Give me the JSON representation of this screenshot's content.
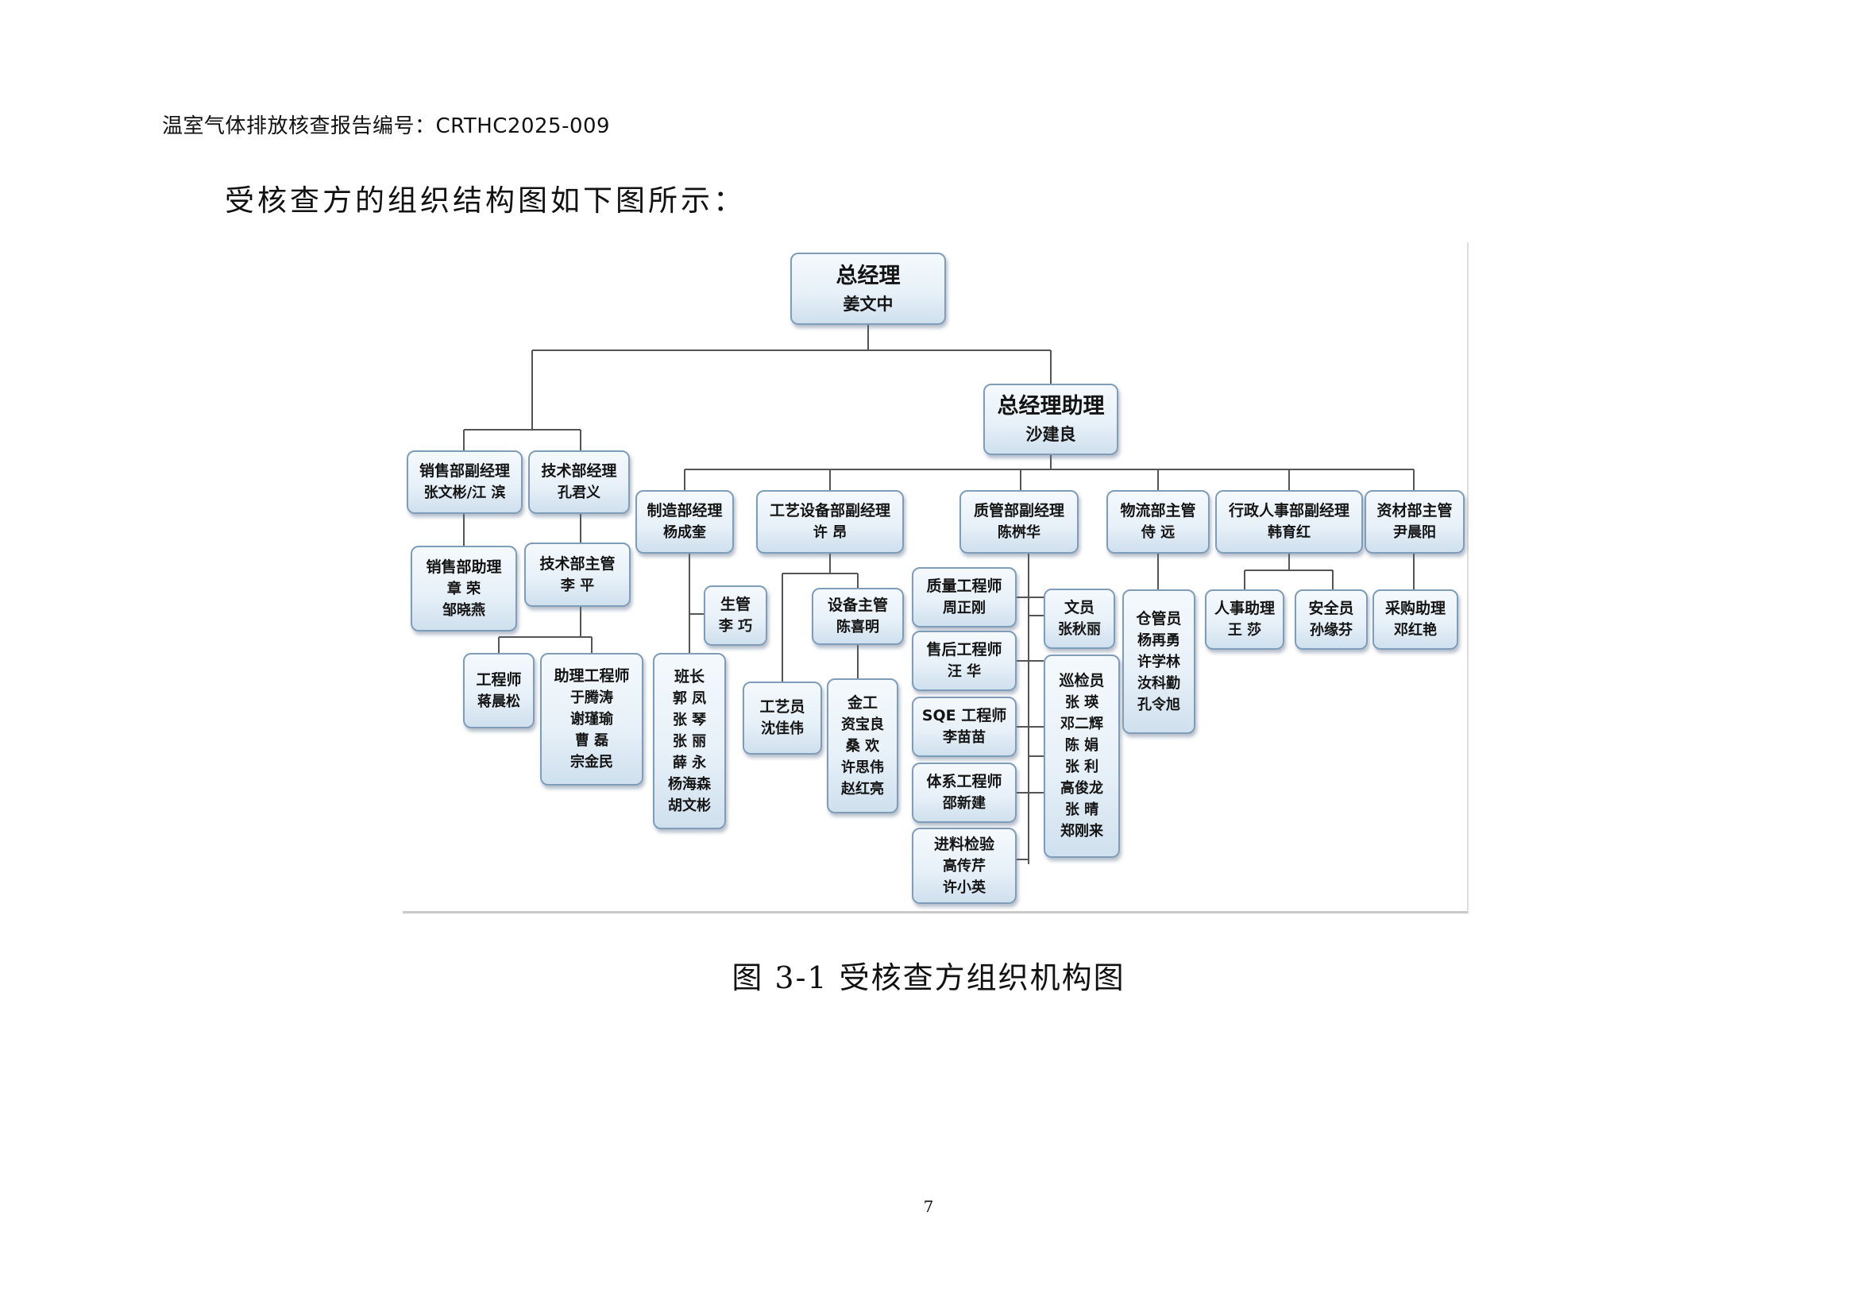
{
  "header": "温室气体排放核查报告编号：CRTHC2025-009",
  "intro": "受核查方的组织结构图如下图所示：",
  "caption": "图 3-1 受核查方组织机构图",
  "page_number": "7",
  "org": {
    "gm": {
      "title": "总经理",
      "names": [
        "姜文中"
      ]
    },
    "gm_assistant": {
      "title": "总经理助理",
      "names": [
        "沙建良"
      ]
    },
    "sales_deputy": {
      "title": "销售部副经理",
      "names": [
        "张文彬/江 滨"
      ]
    },
    "sales_assistant": {
      "title": "销售部助理",
      "names": [
        "章 荣",
        "邹晓燕"
      ]
    },
    "tech_manager": {
      "title": "技术部经理",
      "names": [
        "孔君义"
      ]
    },
    "tech_supervisor": {
      "title": "技术部主管",
      "names": [
        "李 平"
      ]
    },
    "engineer": {
      "title": "工程师",
      "names": [
        "蒋晨松"
      ]
    },
    "assistant_engineer": {
      "title": "助理工程师",
      "names": [
        "于腾涛",
        "谢瑾瑜",
        "曹 磊",
        "宗金民"
      ]
    },
    "mfg_manager": {
      "title": "制造部经理",
      "names": [
        "杨成奎"
      ]
    },
    "production_mgmt": {
      "title": "生管",
      "names": [
        "李 巧"
      ]
    },
    "team_leader": {
      "title": "班长",
      "names": [
        "郭 凤",
        "张 琴",
        "张 丽",
        "薛 永",
        "杨海森",
        "胡文彬"
      ]
    },
    "process_equip_deputy": {
      "title": "工艺设备部副经理",
      "names": [
        "许 昂"
      ]
    },
    "equipment_supervisor": {
      "title": "设备主管",
      "names": [
        "陈喜明"
      ]
    },
    "process_staff": {
      "title": "工艺员",
      "names": [
        "沈佳伟"
      ]
    },
    "metalwork": {
      "title": "金工",
      "names": [
        "资宝良",
        "桑 欢",
        "许思伟",
        "赵红亮"
      ]
    },
    "quality_deputy": {
      "title": "质管部副经理",
      "names": [
        "陈桝华"
      ]
    },
    "quality_engineer": {
      "title": "质量工程师",
      "names": [
        "周正刚"
      ]
    },
    "aftersales_engineer": {
      "title": "售后工程师",
      "names": [
        "汪 华"
      ]
    },
    "sqe_engineer": {
      "title": "SQE 工程师",
      "names": [
        "李苗苗"
      ]
    },
    "system_engineer": {
      "title": "体系工程师",
      "names": [
        "邵新建"
      ]
    },
    "incoming_inspection": {
      "title": "进料检验",
      "names": [
        "高传芹",
        "许小英"
      ]
    },
    "clerk": {
      "title": "文员",
      "names": [
        "张秋丽"
      ]
    },
    "patrol_inspector": {
      "title": "巡检员",
      "names": [
        "张 瑛",
        "邓二辉",
        "陈 娟",
        "张 利",
        "高俊龙",
        "张 晴",
        "郑刚来"
      ]
    },
    "logistics_supervisor": {
      "title": "物流部主管",
      "names": [
        "侍 远"
      ]
    },
    "warehouse_keeper": {
      "title": "仓管员",
      "names": [
        "杨再勇",
        "许学林",
        "汝科勤",
        "孔令旭"
      ]
    },
    "hr_admin_deputy": {
      "title": "行政人事部副经理",
      "names": [
        "韩育红"
      ]
    },
    "hr_assistant": {
      "title": "人事助理",
      "names": [
        "王 莎"
      ]
    },
    "safety_officer": {
      "title": "安全员",
      "names": [
        "孙缘芬"
      ]
    },
    "materials_supervisor": {
      "title": "资材部主管",
      "names": [
        "尹晨阳"
      ]
    },
    "purchasing_assistant": {
      "title": "采购助理",
      "names": [
        "邓红艳"
      ]
    }
  }
}
